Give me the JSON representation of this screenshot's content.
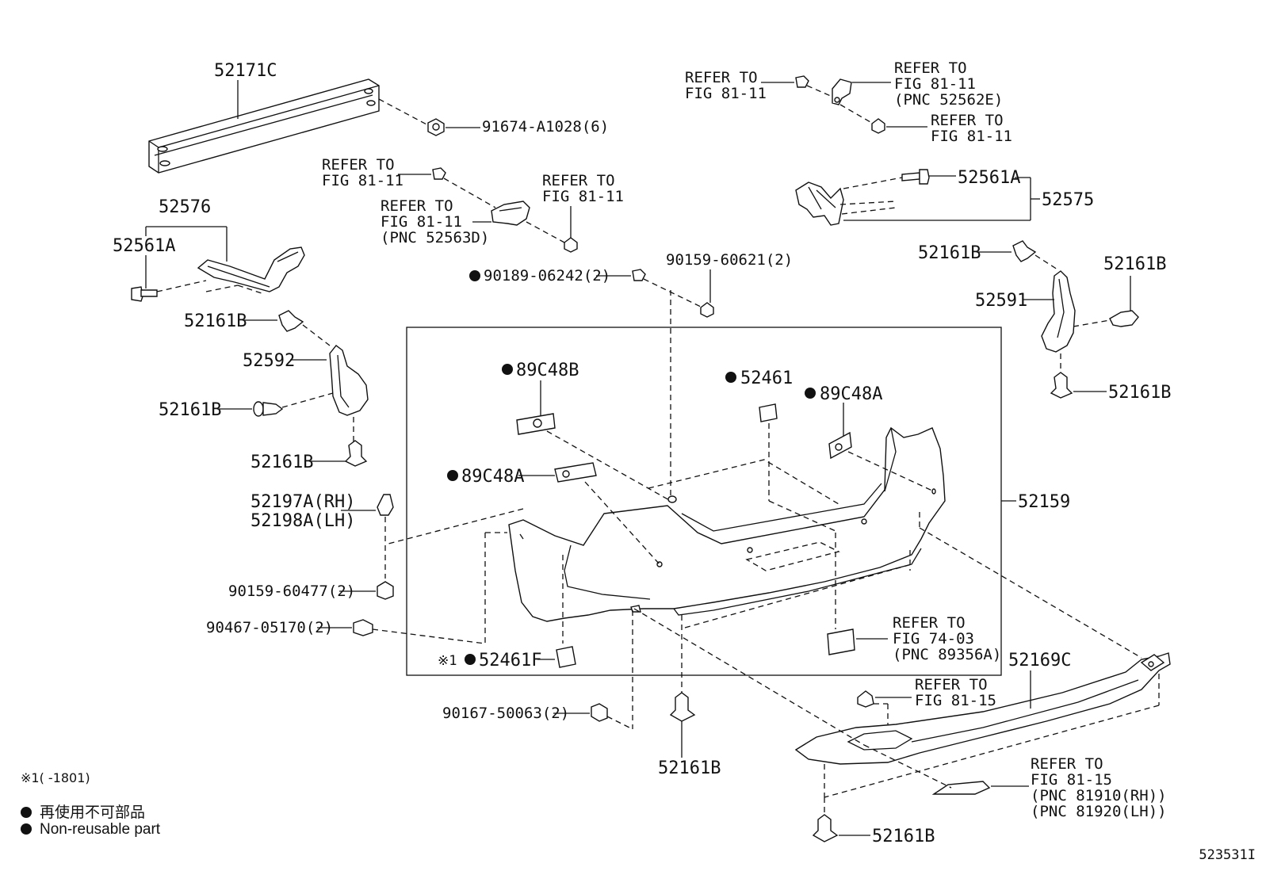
{
  "labels": {
    "p52171C": "52171C",
    "p91674": "91674-A1028(6)",
    "ref_a_1": "REFER TO",
    "ref_a_2": "FIG 81-11",
    "ref_b_1": "REFER TO",
    "ref_b_2": "FIG 81-11",
    "ref_b_3": "(PNC 52562E)",
    "ref_c_1": "REFER TO",
    "ref_c_2": "FIG 81-11",
    "ref_d_1": "REFER TO",
    "ref_d_2": "FIG 81-11",
    "ref_e_1": "REFER TO",
    "ref_e_2": "FIG 81-11",
    "ref_e_3": "(PNC 52563D)",
    "ref_f_1": "REFER TO",
    "ref_f_2": "FIG 81-11",
    "p52561A_r": "52561A",
    "p52575": "52575",
    "p52576": "52576",
    "p52561A_l": "52561A",
    "p90189": "90189-06242(2)",
    "p90159_60621": "90159-60621(2)",
    "p52161B_r1": "52161B",
    "p52161B_r2": "52161B",
    "p52591": "52591",
    "p52161B_r3": "52161B",
    "p52161B_l1": "52161B",
    "p52592": "52592",
    "p52161B_l2": "52161B",
    "p52161B_l3": "52161B",
    "p89C48B": "89C48B",
    "p52461": "52461",
    "p89C48A_r": "89C48A",
    "p89C48A_l": "89C48A",
    "p52159": "52159",
    "p52197A": "52197A(RH)",
    "p52198A": "52198A(LH)",
    "p90159_60477": "90159-60477(2)",
    "p90467": "90467-05170(2)",
    "p52461F_pre": "※1",
    "p52461F": "52461F",
    "ref_g_1": "REFER TO",
    "ref_g_2": "FIG 74-03",
    "ref_g_3": "(PNC 89356A)",
    "p52169C": "52169C",
    "ref_h_1": "REFER TO",
    "ref_h_2": "FIG 81-15",
    "p90167": "90167-50063(2)",
    "p52161B_c": "52161B",
    "ref_i_1": "REFER TO",
    "ref_i_2": "FIG 81-15",
    "ref_i_3": "(PNC 81910(RH))",
    "ref_i_4": "(PNC 81920(LH))",
    "p52161B_b": "52161B"
  },
  "legend": {
    "note1": "※1(    -1801)",
    "jp": "再使用不可部品",
    "en": "Non-reusable part"
  },
  "figure_id": "523531I"
}
